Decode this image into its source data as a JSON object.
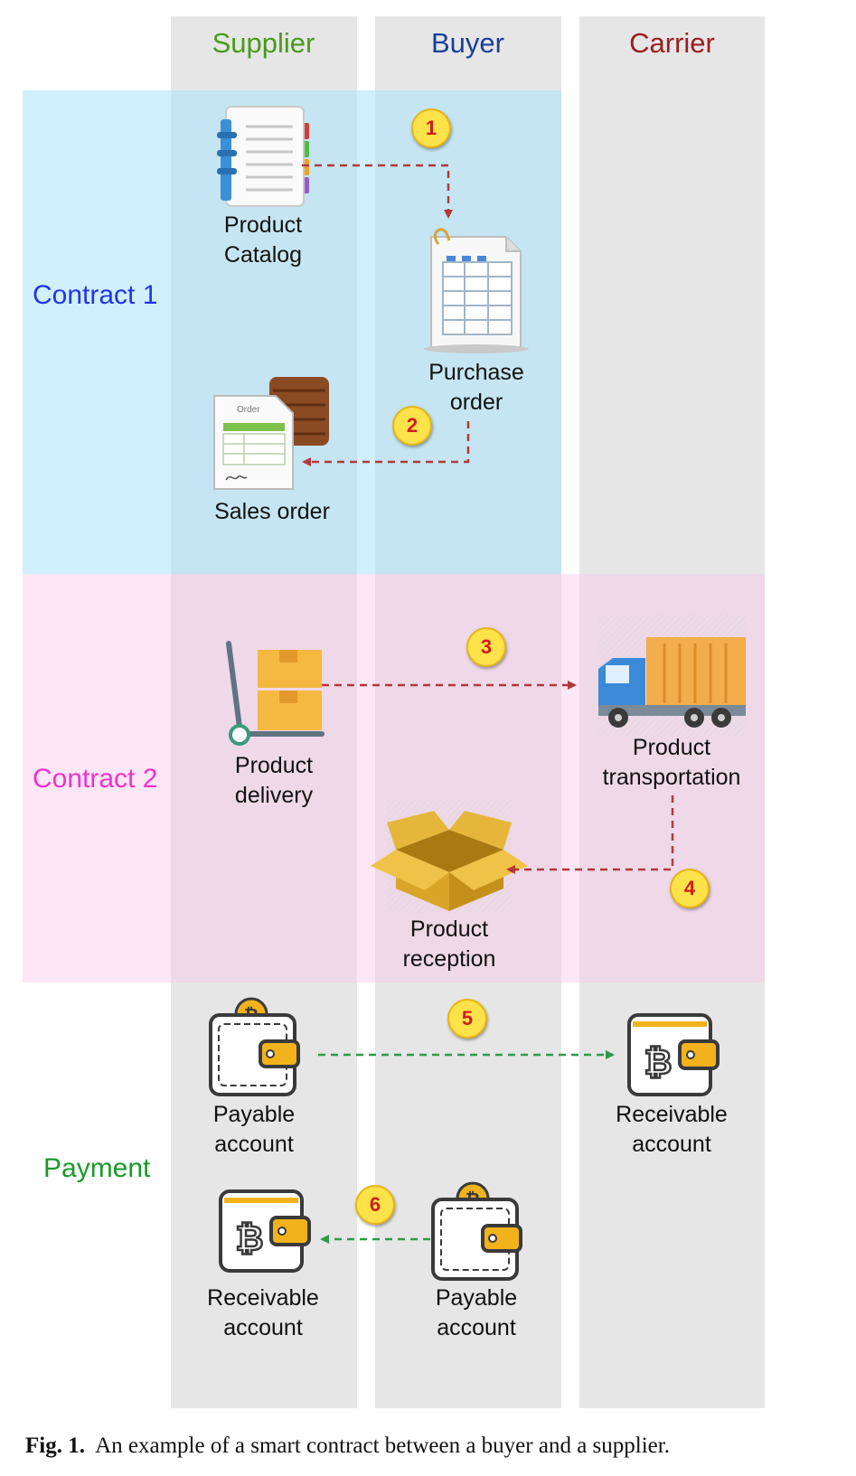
{
  "lanes": [
    {
      "name": "Supplier",
      "color": "#4a9a1a"
    },
    {
      "name": "Buyer",
      "color": "#1a3f9a"
    },
    {
      "name": "Carrier",
      "color": "#9b1c1c"
    }
  ],
  "rows": [
    {
      "name": "Contract 1",
      "color": "#2233ee"
    },
    {
      "name": "Contract 2",
      "color": "#ee33cc"
    },
    {
      "name": "Payment",
      "color": "#1a9a2a"
    }
  ],
  "nodes": {
    "product_catalog": {
      "line1": "Product",
      "line2": "Catalog"
    },
    "purchase_order": {
      "line1": "Purchase",
      "line2": "order"
    },
    "sales_order": {
      "line1": "Sales order",
      "line2": "",
      "icon_text": "Order"
    },
    "product_delivery": {
      "line1": "Product",
      "line2": "delivery"
    },
    "product_transportation": {
      "line1": "Product",
      "line2": "transportation"
    },
    "product_reception": {
      "line1": "Product",
      "line2": "reception"
    },
    "payable_account_supplier": {
      "line1": "Payable",
      "line2": "account"
    },
    "receivable_account_carrier": {
      "line1": "Receivable",
      "line2": "account"
    },
    "receivable_account_supplier": {
      "line1": "Receivable",
      "line2": "account"
    },
    "payable_account_buyer": {
      "line1": "Payable",
      "line2": "account"
    }
  },
  "steps": [
    "1",
    "2",
    "3",
    "4",
    "5",
    "6"
  ],
  "caption": {
    "label": "Fig. 1.",
    "text": "An example of a smart contract between a buyer and a supplier."
  },
  "colors": {
    "lane_bg": "#e6e6e6",
    "contract1_band": "#bfe9fb",
    "contract2_band": "#fbd9f1",
    "arrow_red": "#b0393a",
    "arrow_green": "#2f9a4a",
    "badge_fill": "#fde24a",
    "bitcoin": "#f2b21c"
  }
}
